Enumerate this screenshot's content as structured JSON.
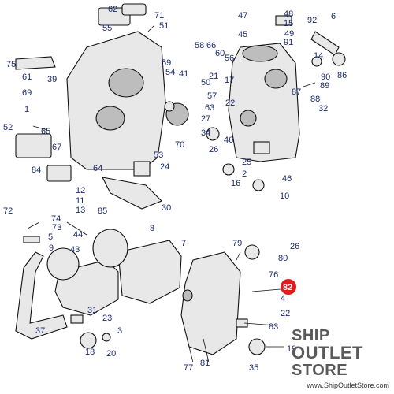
{
  "brand": {
    "line1": "SHIP",
    "line2": "OUTLET",
    "line3": "STORE",
    "url": "www.ShipOutletStore.com"
  },
  "colors": {
    "highlight": "#e01b1b",
    "callout_text": "#1b2a6b",
    "brand_text": "#5a5a5a"
  },
  "highlighted_part": "82",
  "callouts": [
    "62",
    "71",
    "55",
    "51",
    "58",
    "66",
    "60",
    "56",
    "59",
    "54",
    "41",
    "50",
    "21",
    "17",
    "75",
    "39",
    "61",
    "69",
    "1",
    "57",
    "63",
    "22",
    "52",
    "65",
    "67",
    "70",
    "53",
    "64",
    "24",
    "84",
    "12",
    "11",
    "13",
    "72",
    "74",
    "73",
    "5",
    "9",
    "85",
    "30",
    "8",
    "44",
    "7",
    "43",
    "31",
    "23",
    "37",
    "3",
    "18",
    "20",
    "47",
    "48",
    "15",
    "92",
    "6",
    "45",
    "49",
    "91",
    "86",
    "90",
    "89",
    "88",
    "87",
    "14",
    "32",
    "2",
    "25",
    "26",
    "46",
    "34",
    "27",
    "16",
    "10",
    "79",
    "80",
    "76",
    "4",
    "83",
    "19",
    "35",
    "77",
    "81"
  ]
}
